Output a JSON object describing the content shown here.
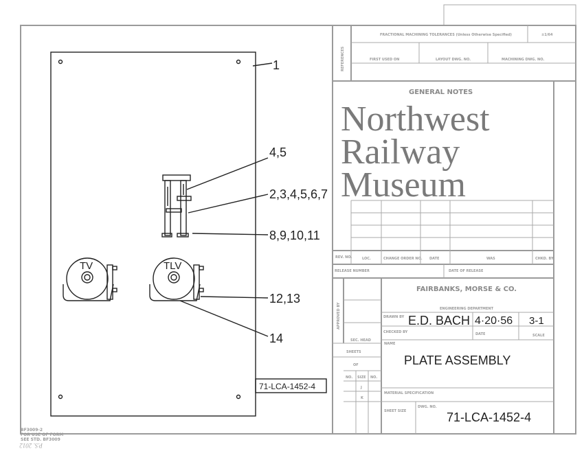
{
  "drawing": {
    "callouts": [
      "1",
      "4,5",
      "2,3,4,5,6,7",
      "8,9,10,11",
      "12,13",
      "14"
    ],
    "component_labels": {
      "tv": "TV",
      "tlv": "TLV"
    },
    "plate_tag": "71-LCA-1452-4"
  },
  "title_block": {
    "references_label": "REFERENCES",
    "tolerances_label": "FRACTIONAL MACHINING TOLERANCES (Unless Otherwise Specified)",
    "tolerance_value": "±1/64",
    "first_used_on": "FIRST USED ON",
    "layout_dwg_no": "LAYOUT DWG. NO.",
    "machining_dwg_no": "MACHINING DWG. NO.",
    "general_notes": "GENERAL NOTES",
    "rev_headers": [
      "REV. NO.",
      "LOC.",
      "CHANGE ORDER NO.",
      "DATE",
      "WAS",
      "CHKD. BY"
    ],
    "release_number": "RELEASE NUMBER",
    "date_of_release": "DATE OF RELEASE",
    "approved_by": "APPROVED BY",
    "sec_head": "SEC. HEAD",
    "sheets": "SHEETS",
    "of": "OF",
    "sheet_cols": [
      "NO.",
      "SIZE",
      "NO."
    ],
    "sizes": [
      "J",
      "K"
    ],
    "company": "FAIRBANKS, MORSE & CO.",
    "department": "ENGINEERING DEPARTMENT",
    "drawn_by_label": "DRAWN BY",
    "drawn_by": "E.D. BACH",
    "date": "4·20·56",
    "scale": "3-1",
    "checked_by_label": "CHECKED BY",
    "date_label": "DATE",
    "scale_label": "SCALE",
    "name_label": "NAME",
    "name": "PLATE ASSEMBLY",
    "material_label": "MATERIAL SPECIFICATION",
    "sheet_size_label": "SHEET SIZE",
    "dwg_no_label": "DWG. NO.",
    "dwg_no": "71-LCA-1452-4"
  },
  "form_note": [
    "BF3009-2",
    "FOR USE OF FORM",
    "SEE STD. BF3009"
  ],
  "archive_mark": "P.S. 2012",
  "watermark": "Northwest Railway Museum"
}
